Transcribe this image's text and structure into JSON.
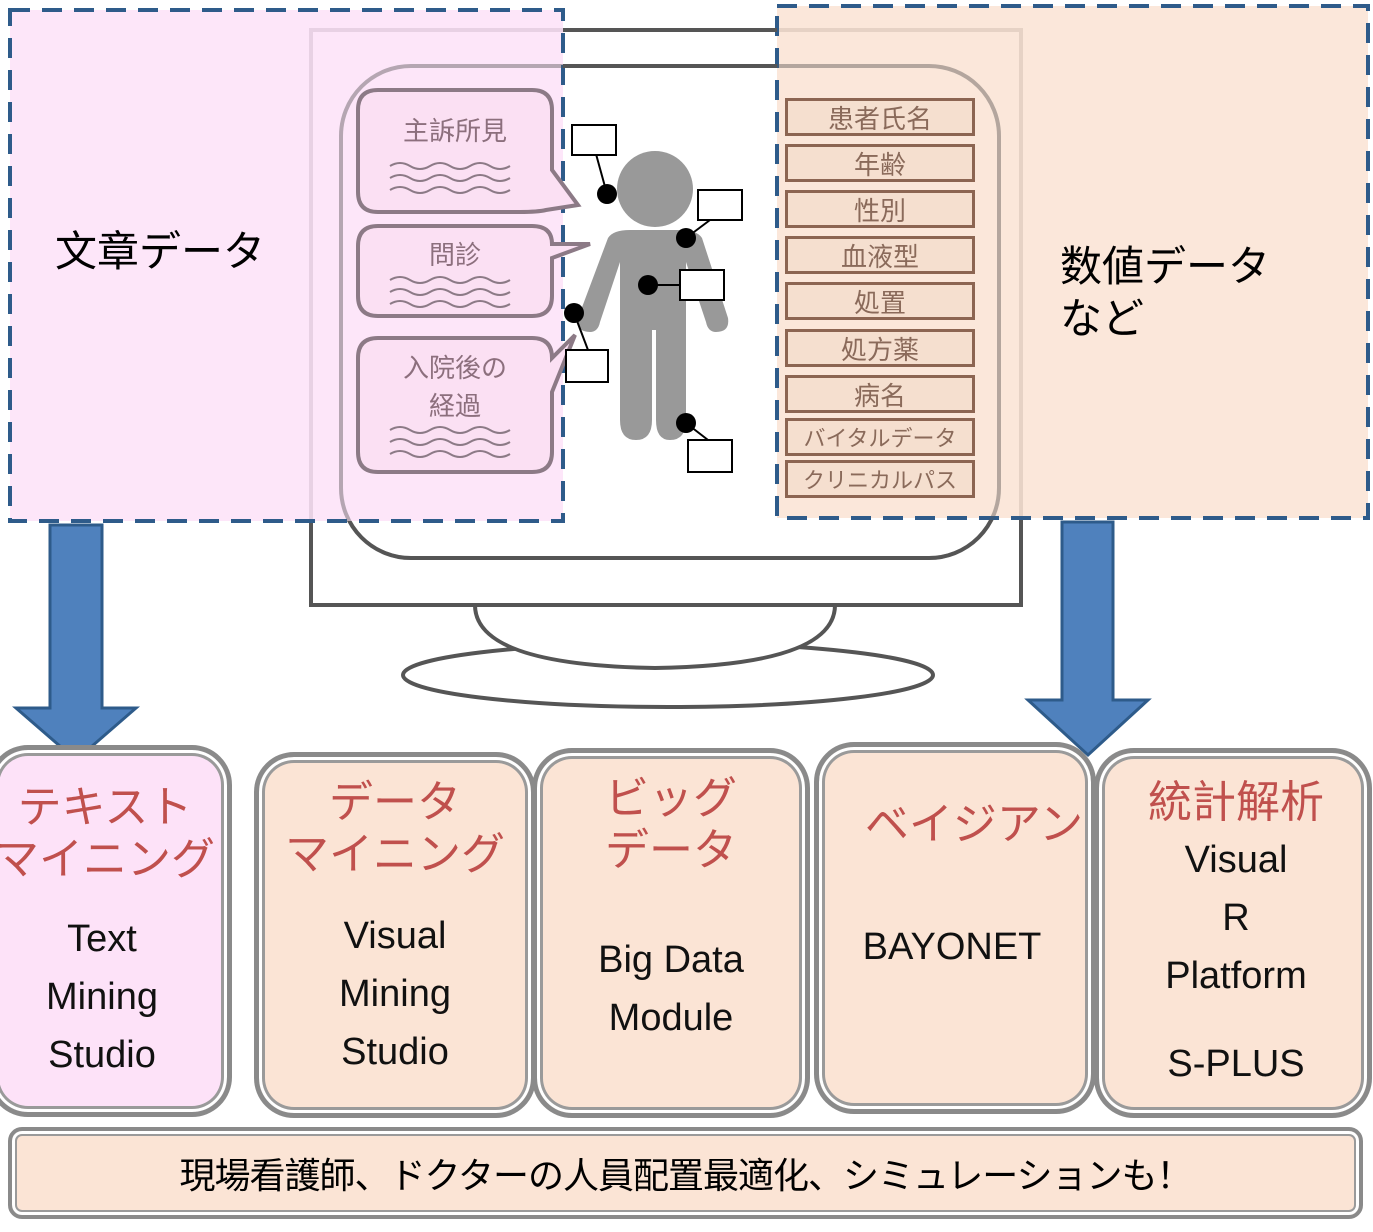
{
  "colors": {
    "text_region": "#fde2f8",
    "numeric_region": "#fbe4d5",
    "dashed_border": "#2e5b8a",
    "arrow": "#4f81bd",
    "monitor_outline": "#555555",
    "label_red": "#c0504d"
  },
  "text_data_label": "文章データ",
  "numeric_data_label": [
    "数値データ",
    "など"
  ],
  "bubbles": [
    {
      "title": [
        "主訴所見"
      ]
    },
    {
      "title": [
        "問診"
      ]
    },
    {
      "title": [
        "入院後の",
        "経過"
      ]
    }
  ],
  "fields": [
    "患者氏名",
    "年齢",
    "性別",
    "血液型",
    "処置",
    "処方薬",
    "病名",
    "バイタルデータ",
    "クリニカルパス"
  ],
  "icons": [
    "person-icon"
  ],
  "tools": [
    {
      "title": [
        "テキスト",
        "マイニング"
      ],
      "body": [
        "Text",
        "Mining",
        "Studio"
      ]
    },
    {
      "title": [
        "データ",
        "マイニング"
      ],
      "body": [
        "Visual",
        "Mining",
        "Studio"
      ]
    },
    {
      "title": [
        "ビッグ",
        "データ"
      ],
      "body": [
        "Big Data",
        "Module"
      ]
    },
    {
      "title": [
        "ベイジアン"
      ],
      "body": [
        "BAYONET"
      ]
    },
    {
      "title": [
        "統計解析"
      ],
      "body": [
        "Visual",
        "R",
        "Platform",
        "",
        "S-PLUS"
      ]
    }
  ],
  "banner": "現場看護師、ドクターの人員配置最適化、シミュレーションも！"
}
